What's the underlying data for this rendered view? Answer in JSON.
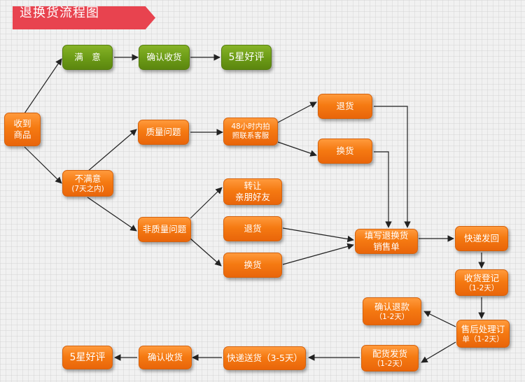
{
  "title": "退换货流程图",
  "colors": {
    "orange": "#f57a12",
    "green": "#6b9a16",
    "title_banner": "#e8434f",
    "arrow": "#222222"
  },
  "nodes": {
    "receive": {
      "line1": "收到",
      "line2": "商品"
    },
    "satisfied": {
      "label": "满　意"
    },
    "confirm_top": {
      "label": "确认收货"
    },
    "five_star_top": {
      "label": "5星好评"
    },
    "unsatisfied": {
      "line1": "不满意",
      "line2": "(7天之内)"
    },
    "quality": {
      "label": "质量问题"
    },
    "contact48": {
      "line1": "48小时内拍",
      "line2": "照联系客服"
    },
    "return_q": {
      "label": "退货"
    },
    "exchange_q": {
      "label": "换货"
    },
    "nonquality": {
      "label": "非质量问题"
    },
    "transfer": {
      "line1": "转让",
      "line2": "亲朋好友"
    },
    "return_nq": {
      "label": "退货"
    },
    "exchange_nq": {
      "label": "换货"
    },
    "fill_form": {
      "line1": "填写退换货",
      "line2": "销售单"
    },
    "express_back": {
      "label": "快递发回"
    },
    "receive_register": {
      "line1": "收货登记",
      "line2": "（1-2天）"
    },
    "after_sales": {
      "line1": "售后处理订",
      "line2": "单（1-2天）"
    },
    "confirm_refund": {
      "line1": "确认退款",
      "line2": "（1-2天）"
    },
    "ship": {
      "line1": "配货发货",
      "line2": "（1-2天）"
    },
    "express_send": {
      "label": "快递送货（3-5天）"
    },
    "confirm_bottom": {
      "label": "确认收货"
    },
    "five_star_bottom": {
      "label": "5星好评"
    }
  }
}
